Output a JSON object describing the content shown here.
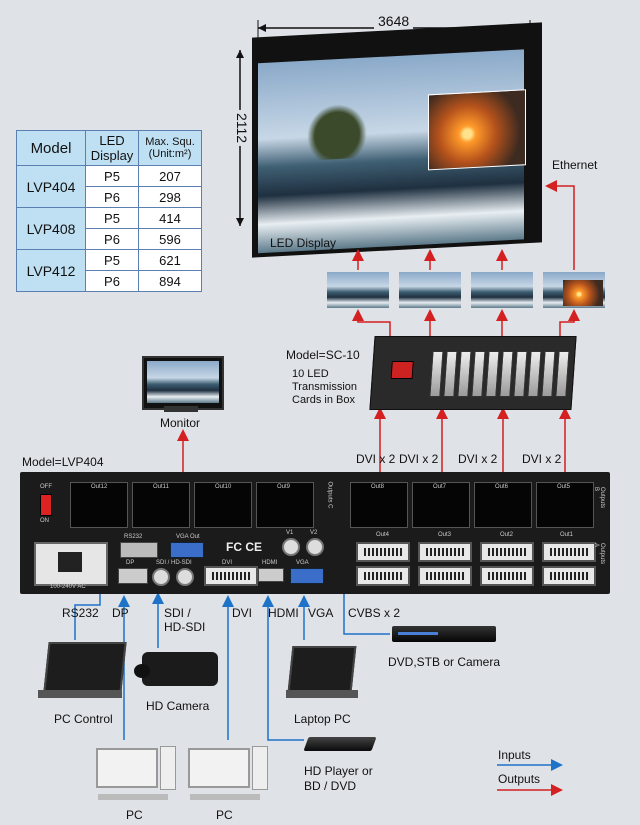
{
  "display": {
    "width_label": "3648",
    "height_label": "2112",
    "name": "LED Display",
    "ethernet_label": "Ethernet"
  },
  "spec_table": {
    "headers": {
      "model": "Model",
      "led_line1": "LED",
      "led_line2": "Display",
      "max_line1": "Max. Squ.",
      "max_line2": "(Unit:m²)"
    },
    "rows": [
      {
        "model": "LVP404",
        "items": [
          {
            "led": "P5",
            "max": "207"
          },
          {
            "led": "P6",
            "max": "298"
          }
        ]
      },
      {
        "model": "LVP408",
        "items": [
          {
            "led": "P5",
            "max": "414"
          },
          {
            "led": "P6",
            "max": "596"
          }
        ]
      },
      {
        "model": "LVP412",
        "items": [
          {
            "led": "P5",
            "max": "621"
          },
          {
            "led": "P6",
            "max": "894"
          }
        ]
      }
    ]
  },
  "sender": {
    "model": "Model=SC-10",
    "desc_line1": "10 LED",
    "desc_line2": "Transmission",
    "desc_line3": "Cards in Box"
  },
  "monitor_label": "Monitor",
  "processor_model": "Model=LVP404",
  "dvi_outputs": [
    "DVI x 2",
    "DVI x 2",
    "DVI x 2",
    "DVI x 2"
  ],
  "panel": {
    "output_group_c": [
      "Out12",
      "Out11",
      "Out10",
      "Out9"
    ],
    "output_group_b": [
      "Out8",
      "Out7",
      "Out6",
      "Out5"
    ],
    "output_group_a": [
      "Out4",
      "Out3",
      "Out2",
      "Out1"
    ],
    "outputs_c_label": "Outputs C",
    "outputs_b_label": "Outputs B",
    "outputs_a_label": "Outputs A",
    "rs232": "RS232",
    "vga_out": "VGA Out",
    "dp": "DP",
    "sdi": "SDI / HD-SDI",
    "dvi": "DVI",
    "hdmi": "HDMI",
    "vga": "VGA",
    "v1": "V1",
    "v2": "V2",
    "power_label": "100-240V AC",
    "off": "OFF",
    "on": "ON",
    "fc_ce": "FC CE"
  },
  "inputs": {
    "rs232": "RS232",
    "dp": "DP",
    "sdi_line1": "SDI /",
    "sdi_line2": "HD-SDI",
    "dvi": "DVI",
    "hdmi": "HDMI",
    "vga": "VGA",
    "cvbs": "CVBS x 2"
  },
  "sources": {
    "dvd": "DVD,STB or Camera",
    "pc_control": "PC Control",
    "hd_camera": "HD Camera",
    "laptop": "Laptop PC",
    "hd_player_line1": "HD Player or",
    "hd_player_line2": "BD / DVD",
    "pc1": "PC",
    "pc2": "PC"
  },
  "legend": {
    "inputs": "Inputs",
    "outputs": "Outputs"
  },
  "colors": {
    "input_line": "#1e73c8",
    "output_line": "#d42020",
    "table_header": "#bfe0f3"
  }
}
